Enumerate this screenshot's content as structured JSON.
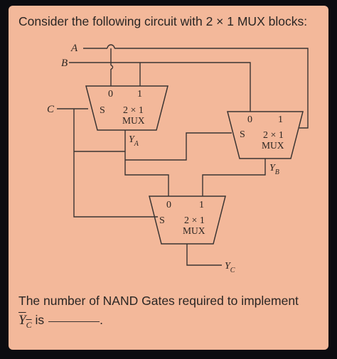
{
  "question": "Consider the following circuit with 2 × 1 MUX blocks:",
  "diagram": {
    "inputs": {
      "a": "A",
      "b": "B",
      "c": "C"
    },
    "mux_a": {
      "in0": "0",
      "in1": "1",
      "sel": "S",
      "size": "2 × 1",
      "name": "MUX",
      "out_main": "Y",
      "out_sub": "A"
    },
    "mux_b": {
      "in0": "0",
      "in1": "1",
      "sel": "S",
      "size": "2 × 1",
      "name": "MUX",
      "out_main": "Y",
      "out_sub": "B"
    },
    "mux_c": {
      "in0": "0",
      "in1": "1",
      "sel": "S",
      "size": "2 × 1",
      "name": "MUX",
      "out_main": "Y",
      "out_sub": "C"
    }
  },
  "footer": {
    "line1": "The number of NAND Gates required to implement",
    "var_main": "Y",
    "var_sub": "C",
    "is_text": "is",
    "trail": "."
  },
  "colors": {
    "panel": "#f3b89a",
    "ink": "#3a3432",
    "background": "#0c0c10"
  }
}
